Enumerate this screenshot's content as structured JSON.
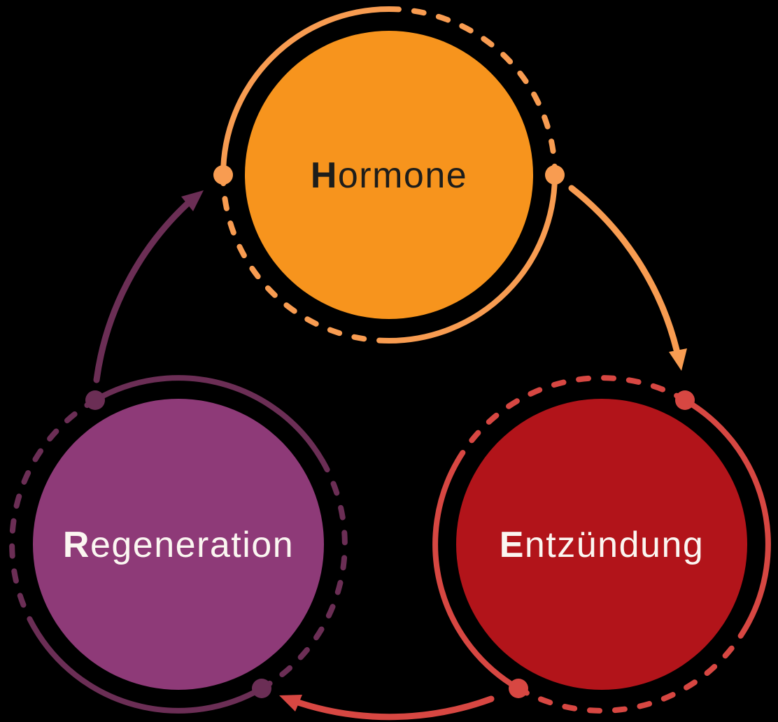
{
  "diagram": {
    "name": "Hormone-Entzündung-Regeneration cycle",
    "background_color": "#000000",
    "nodes": [
      {
        "id": "hormone",
        "label": "Hormone",
        "initial": "H",
        "rest": "ormone",
        "fill": "#f7941d",
        "accent": "#f89c51",
        "text_color": "#1d1d1b",
        "position": "top-center"
      },
      {
        "id": "entzuendung",
        "label": "Entzündung",
        "initial": "E",
        "rest": "ntzündung",
        "fill": "#b2141a",
        "accent": "#d74742",
        "text_color": "#fbf6f1",
        "position": "bottom-right"
      },
      {
        "id": "regeneration",
        "label": "Regeneration",
        "initial": "R",
        "rest": "egeneration",
        "fill": "#8e3a78",
        "accent": "#6b2e55",
        "text_color": "#fbf6f1",
        "position": "bottom-left"
      }
    ],
    "edges": [
      {
        "from": "Hormone",
        "to": "Entzündung",
        "color": "#f89c51",
        "direction": "clockwise"
      },
      {
        "from": "Entzündung",
        "to": "Regeneration",
        "color": "#d74742",
        "direction": "clockwise"
      },
      {
        "from": "Regeneration",
        "to": "Hormone",
        "color": "#6b2e55",
        "direction": "clockwise"
      }
    ]
  }
}
